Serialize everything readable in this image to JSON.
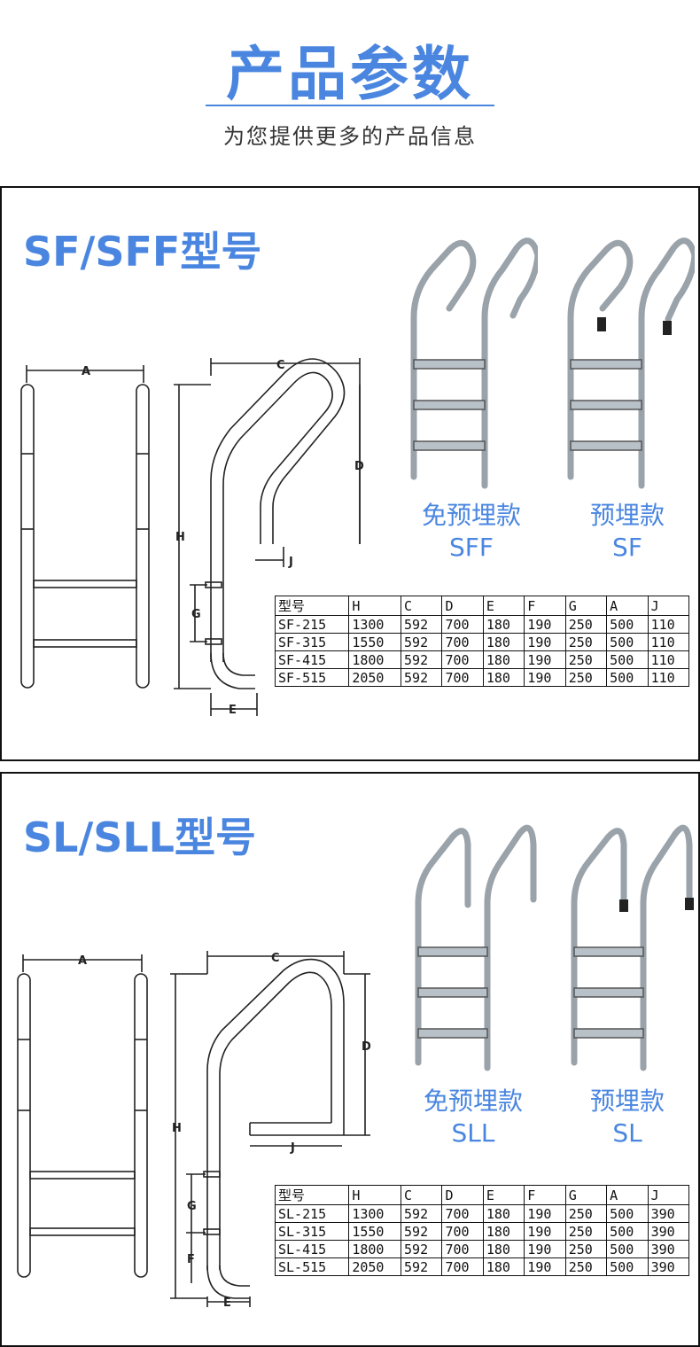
{
  "header": {
    "title": "产品参数",
    "subtitle": "为您提供更多的产品信息"
  },
  "colors": {
    "accent": "#4a86e0",
    "border": "#111111"
  },
  "sections": [
    {
      "title": "SF/SFF型号",
      "diagram_labels": {
        "A": "A",
        "C": "C",
        "D": "D",
        "H": "H",
        "G": "G",
        "J": "J",
        "E": "E"
      },
      "variants": [
        {
          "name": "免预埋款",
          "code": "SFF"
        },
        {
          "name": "预埋款",
          "code": "SF"
        }
      ],
      "table": {
        "headers": [
          "型号",
          "H",
          "C",
          "D",
          "E",
          "F",
          "G",
          "A",
          "J"
        ],
        "rows": [
          [
            "SF-215",
            "1300",
            "592",
            "700",
            "180",
            "190",
            "250",
            "500",
            "110"
          ],
          [
            "SF-315",
            "1550",
            "592",
            "700",
            "180",
            "190",
            "250",
            "500",
            "110"
          ],
          [
            "SF-415",
            "1800",
            "592",
            "700",
            "180",
            "190",
            "250",
            "500",
            "110"
          ],
          [
            "SF-515",
            "2050",
            "592",
            "700",
            "180",
            "190",
            "250",
            "500",
            "110"
          ]
        ]
      }
    },
    {
      "title": "SL/SLL型号",
      "diagram_labels": {
        "A": "A",
        "C": "C",
        "D": "D",
        "H": "H",
        "G": "G",
        "J": "J",
        "E": "E",
        "F": "F"
      },
      "variants": [
        {
          "name": "免预埋款",
          "code": "SLL"
        },
        {
          "name": "预埋款",
          "code": "SL"
        }
      ],
      "table": {
        "headers": [
          "型号",
          "H",
          "C",
          "D",
          "E",
          "F",
          "G",
          "A",
          "J"
        ],
        "rows": [
          [
            "SL-215",
            "1300",
            "592",
            "700",
            "180",
            "190",
            "250",
            "500",
            "390"
          ],
          [
            "SL-315",
            "1550",
            "592",
            "700",
            "180",
            "190",
            "250",
            "500",
            "390"
          ],
          [
            "SL-415",
            "1800",
            "592",
            "700",
            "180",
            "190",
            "250",
            "500",
            "390"
          ],
          [
            "SL-515",
            "2050",
            "592",
            "700",
            "180",
            "190",
            "250",
            "500",
            "390"
          ]
        ]
      }
    }
  ]
}
